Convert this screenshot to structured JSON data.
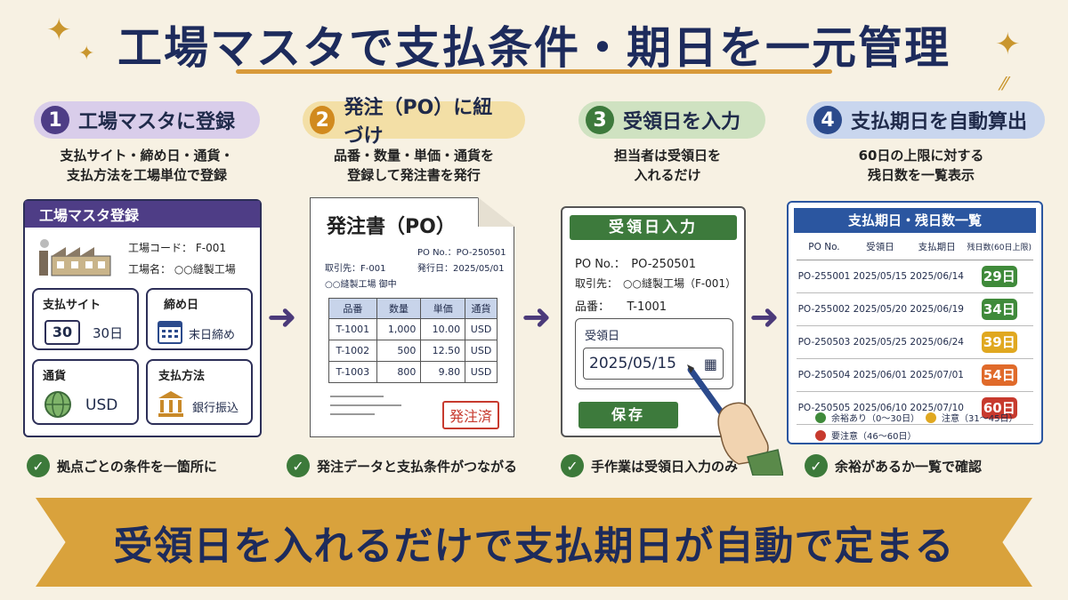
{
  "title": "工場マスタで支払条件・期日を一元管理",
  "steps": [
    {
      "num": "1",
      "title": "工場マスタに登録",
      "desc1": "支払サイト・締め日・通貨・",
      "desc2": "支払方法を工場単位で登録",
      "check": "拠点ごとの条件を一箇所に"
    },
    {
      "num": "2",
      "title": "発注（PO）に紐づけ",
      "desc1": "品番・数量・単価・通貨を",
      "desc2": "登録して発注書を発行",
      "check": "発注データと支払条件がつながる"
    },
    {
      "num": "3",
      "title": "受領日を入力",
      "desc1": "担当者は受領日を",
      "desc2": "入れるだけ",
      "check": "手作業は受領日入力のみ"
    },
    {
      "num": "4",
      "title": "支払期日を自動算出",
      "desc1": "60日の上限に対する",
      "desc2": "残日数を一覧表示",
      "check": "余裕があるか一覧で確認"
    }
  ],
  "factory": {
    "header": "工場マスタ登録",
    "code_label": "工場コード：",
    "code": "F-001",
    "name_label": "工場名：",
    "name": "○○縫製工場",
    "site_label": "支払サイト",
    "site_cal": "30",
    "site_value": "30日",
    "close_label": "締め日",
    "close_value": "末日締め",
    "currency_label": "通貨",
    "currency_value": "USD",
    "method_label": "支払方法",
    "method_value": "銀行振込"
  },
  "po": {
    "title": "発注書（PO）",
    "po_no": "PO No.：PO-250501",
    "issue_date": "発行日：2025/05/01",
    "supplier": "取引先：F-001",
    "supplier_name": "○○縫製工場 御中",
    "headers": [
      "品番",
      "数量",
      "単価",
      "通貨"
    ],
    "rows": [
      [
        "T-1001",
        "1,000",
        "10.00",
        "USD"
      ],
      [
        "T-1002",
        "500",
        "12.50",
        "USD"
      ],
      [
        "T-1003",
        "800",
        "9.80",
        "USD"
      ]
    ],
    "stamp": "発注済"
  },
  "receipt": {
    "header": "受領日入力",
    "po_no": "PO No.：　PO-250501",
    "supplier": "取引先：　○○縫製工場（F-001）",
    "item": "品番：　　T-1001",
    "date_label": "受領日",
    "date_value": "2025/05/15",
    "save": "保存"
  },
  "payment": {
    "header": "支払期日・残日数一覧",
    "headers": [
      "PO No.",
      "受領日",
      "支払期日",
      "残日数(60日上限)"
    ],
    "rows": [
      {
        "po": "PO-255001",
        "recv": "2025/05/15",
        "due": "2025/06/14",
        "days": "29日",
        "color": "#3f8a3a"
      },
      {
        "po": "PO-255002",
        "recv": "2025/05/20",
        "due": "2025/06/19",
        "days": "34日",
        "color": "#3f8a3a"
      },
      {
        "po": "PO-250503",
        "recv": "2025/05/25",
        "due": "2025/06/24",
        "days": "39日",
        "color": "#e0a820"
      },
      {
        "po": "PO-250504",
        "recv": "2025/06/01",
        "due": "2025/07/01",
        "days": "54日",
        "color": "#e06a2a"
      },
      {
        "po": "PO-250505",
        "recv": "2025/06/10",
        "due": "2025/07/10",
        "days": "60日",
        "color": "#c73a2e"
      }
    ],
    "legend_ok": "余裕あり（0〜30日）",
    "legend_warn": "注意（31〜45日）",
    "legend_alert": "要注意（46〜60日）"
  },
  "banner": "受領日を入れるだけで支払期日が自動で定まる",
  "colors": {
    "step1": "#d9cdea",
    "step1num": "#4e3d86",
    "step2": "#f3dfa6",
    "step2num": "#d18a1e",
    "step3": "#cfe2c1",
    "step3num": "#3d7a3c",
    "step4": "#c9d6ee",
    "step4num": "#2b4a8c",
    "panel1head": "#4e3d86",
    "panel3head": "#3d7a3c",
    "panel4head": "#2b56a0"
  }
}
